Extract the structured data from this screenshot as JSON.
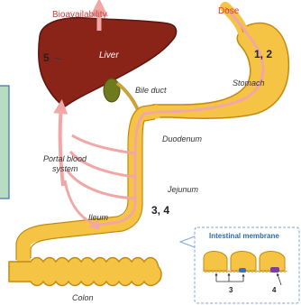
{
  "labels": {
    "bioavailability": "Bioavailability",
    "dose": "Dose",
    "liver": "Liver",
    "bile_duct": "Bile duct",
    "stomach": "Stomach",
    "duodenum": "Duodenum",
    "portal_blood_system": [
      "Portal blood",
      "system"
    ],
    "jejunum": "Jejunum",
    "ileum": "Ileum",
    "colon": "Colon",
    "intestinal_membrane": "Intestinal membrane"
  },
  "step_numbers": {
    "liver": "5",
    "stomach": "1, 2",
    "small_intestine": "3, 4",
    "membrane_left": "3",
    "membrane_right": "4"
  },
  "colors": {
    "liver": "#8b2418",
    "liver_outline": "#5a160e",
    "gut_fill": "#f6c445",
    "gut_outline": "#c48a10",
    "flow_arrow": "#f2a6a6",
    "gallbladder": "#6f7a1c",
    "sidebar_green": "#b8dcc0",
    "sidebar_border": "#3e6fb0",
    "inset_border": "#7ea7d6",
    "transporter": "#7a3ea8"
  }
}
